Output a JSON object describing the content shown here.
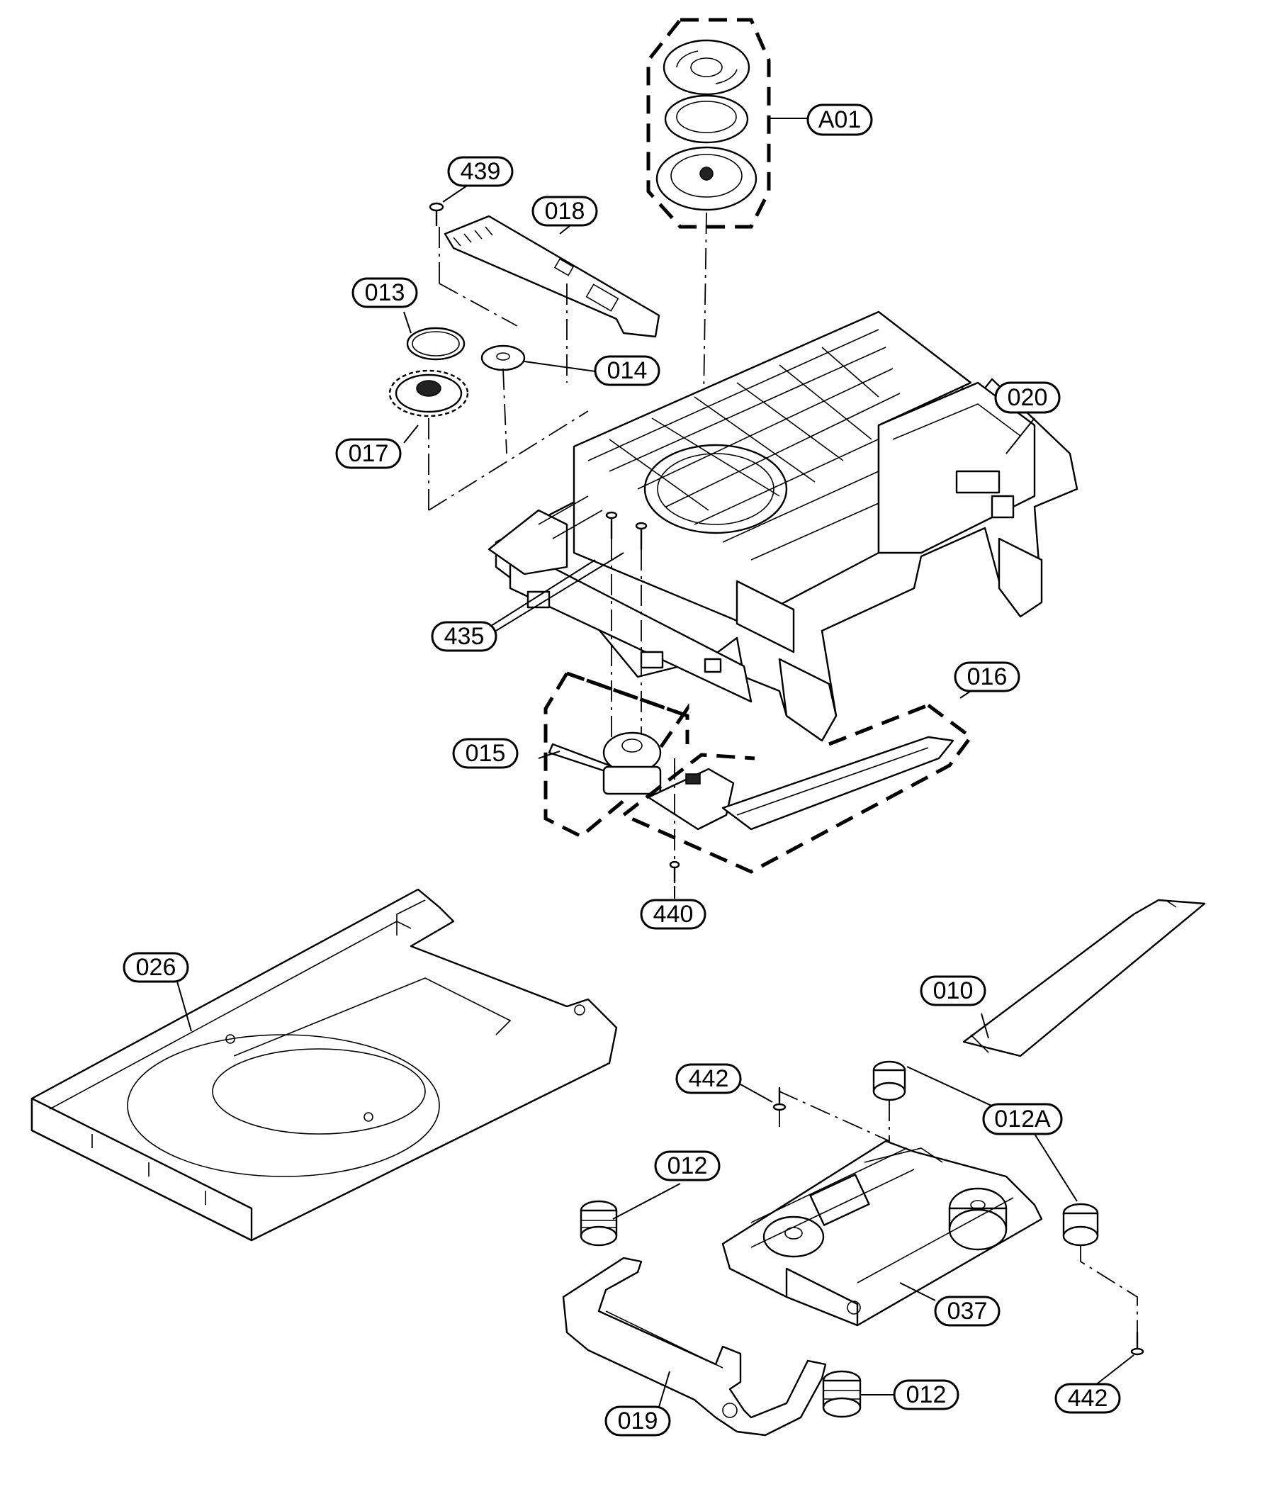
{
  "labels": {
    "A01": "A01",
    "439": "439",
    "018": "018",
    "013": "013",
    "014": "014",
    "017": "017",
    "020": "020",
    "435": "435",
    "016": "016",
    "015": "015",
    "440": "440",
    "026": "026",
    "010": "010",
    "442a": "442",
    "012A": "012A",
    "012a": "012",
    "037": "037",
    "019": "019",
    "012b": "012",
    "442b": "442"
  }
}
